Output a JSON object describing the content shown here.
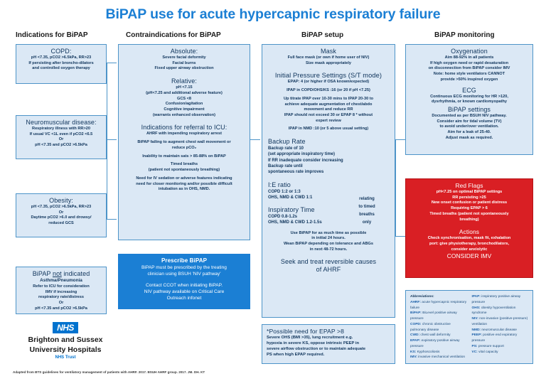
{
  "title": "BiPAP use for acute hypercapnic respiratory failure",
  "colors": {
    "accent_blue": "#1b7fd4",
    "box_fill": "#dbe8f5",
    "box_border": "#4d94c8",
    "red_flag": "#d91f24",
    "nhs_blue": "#0072ce"
  },
  "columns": {
    "indications": "Indications for BiPAP",
    "contraindications": "Contraindications for BiPAP",
    "setup": "BiPAP setup",
    "monitoring": "BiPAP monitoring"
  },
  "indications": {
    "copd": {
      "heading": "COPD:",
      "lines": [
        "pH <7.35, pCO2 >6.5kPa, RR>23",
        "If persisting after broncho-dilators",
        "and controlled oxygen therapy"
      ]
    },
    "nmd": {
      "heading": "Neuromuscular disease:",
      "lines": [
        "Respiratory illness with RR>20",
        "If usual VC <1L even if pCO2 <6.5",
        "Or",
        "pH <7.35 and pCO2 >6.5kPa"
      ]
    },
    "obesity": {
      "heading": "Obesity:",
      "lines": [
        "pH <7.35, pCO2 >6.5kPa, RR>23",
        "Or",
        "Daytime pCO2 >6.0 and drowsy/",
        "reduced GCS"
      ]
    },
    "not_indicated": {
      "heading": "BiPAP not indicated",
      "heading_underline": "not",
      "lines": [
        "Asthma/Pneumonia",
        "Refer to ICU for consideration",
        "IMV if increasing",
        "respiratory rate/distress",
        "Or",
        "pH <7.35 and pCO2 >6.5kPa"
      ]
    }
  },
  "contraindications": {
    "absolute": {
      "heading": "Absolute:",
      "lines": [
        "Severe facial deformity",
        "Facial burns",
        "Fixed upper airway obstruction"
      ]
    },
    "relative": {
      "heading": "Relative:",
      "lines": [
        "pH <7.15",
        "(pH<7.25 and additional adverse feature)",
        "GCS <8",
        "Confusion/agitation",
        "Cognitive impairment",
        "(warrants enhanced observation)"
      ]
    },
    "icu": {
      "heading": "Indications for referral to ICU:",
      "lines": [
        "AHRF with impending respiratory arrest",
        "",
        "BiPAP failing to augment chest wall movement or",
        "reduce pCO₂",
        "",
        "Inability to maintain sats > 85-88% on BiPAP",
        "",
        "Timed breaths",
        "(patient not spontaneously breathing)",
        "",
        "Need for IV sedation or adverse features indicating",
        "need for closer monitoring and/or possible difficult",
        "intubation as in OHS, NMD."
      ]
    },
    "prescribe": {
      "heading": "Prescribe BiPAP",
      "lines": [
        "BiPAP must be prescribed by the treating",
        "clinician using BSUH 'NIV pathway'",
        "",
        "Contact CCOT when initiating BiPAP.",
        "NIV pathway available on Critical Care",
        "Outreach infonet"
      ]
    }
  },
  "setup": {
    "mask": {
      "heading": "Mask",
      "lines": [
        "Full face mask (or own if home user of NIV)",
        "Size mask appropriately"
      ]
    },
    "initial_pressure": {
      "heading": "Initial Pressure Settings (S/T mode)",
      "lines": [
        "EPAP: 4 (or higher if OSA known/expected)",
        "",
        "IPAP in COPD/OHS/KS :16 (or 20 if pH <7.25)",
        "",
        "Up titrate IPAP over 10-30 mins to IPAP 20-30 to",
        "achieve adequate augmentation of chest/abdo",
        "movement and reduce RR",
        "IPAP should not exceed 30 or EPAP 8 * without",
        "expert review",
        "",
        "IPAP in NMD :10 (or 5 above usual setting)"
      ]
    },
    "backup_rate": {
      "heading": "Backup Rate",
      "lines": [
        "Backup rate of 10",
        "(set appropriate inspiratory time)",
        "If RR inadequate consider increasing",
        "Backup rate until",
        "spontaneous rate improves"
      ]
    },
    "ie_ratio": {
      "heading": "I:E ratio",
      "lines": [
        "COPD 1:2 or 1:3",
        "OHS, NMD & CWD 1:1"
      ]
    },
    "inspiratory_time": {
      "heading": "Inspiratory Time",
      "lines": [
        "COPD 0.8-1.2s",
        "OHS, NMD & CWD 1.2-1.5s"
      ]
    },
    "timed_note": [
      "relating",
      "to timed",
      "breaths",
      "only"
    ],
    "duration": {
      "lines": [
        "Use BiPAP for as much time as possible",
        "in initial 24 hours.",
        "Wean BiPAP depending on tolerance and ABGs",
        "in next 48-72 hours."
      ]
    },
    "seek": {
      "heading": "Seek and treat reversible causes",
      "heading2": "of AHRF"
    },
    "epap_note": {
      "heading": "*Possible need for EPAP >8",
      "lines": [
        "Severe OHS (BMI >35), lung recruitment e.g.",
        "hypoxia in severe KS, oppose intrinsic PEEP in",
        "severe airflow obstruction or to maintain adequate",
        "PS when high EPAP required."
      ]
    }
  },
  "monitoring": {
    "oxygenation": {
      "heading": "Oxygenation",
      "lines": [
        "Aim 88-92% in all patients",
        "If high oxygen need or rapid desaturation",
        "on disconnection from BiPAP consider IMV",
        "Note: home style ventilators CANNOT",
        "provide >50% inspired oxygen"
      ]
    },
    "ecg": {
      "heading": "ECG",
      "lines": [
        "Continuous ECG monitoring for HR >120,",
        "dysrhythmia, or known cardiomyopathy"
      ]
    },
    "settings": {
      "heading": "BiPAP settings",
      "lines": [
        "Documented as per BSUH NIV pathway.",
        "Consider aim for tidal volume (TV)",
        "to avoid under/over ventilation.",
        "Aim for a leak of 25-40.",
        "Adjust mask as required."
      ]
    },
    "red_flags": {
      "heading": "Red Flags",
      "lines": [
        "pH<7.25 on optimal BiPAP settings",
        "RR persisting >25",
        "New onset confusion or patient distress",
        "Requiring EPAP > 6",
        "Timed breaths (patient not spontaneously",
        "breathing)"
      ]
    },
    "actions": {
      "heading": "Actions",
      "lines": [
        "Check synchronisation, mask fit, exhalation",
        "port: give physiotherapy, bronchodilators,",
        "consider anxiolytic"
      ],
      "emphasis": "CONSIDER IMV"
    }
  },
  "abbreviations": {
    "title": "Abbreviations:",
    "left": [
      {
        "key": "AHRF:",
        "def": "acute hypercapnic respiratory failure"
      },
      {
        "key": "BiPAP:",
        "def": "BiLevel positive airway pressure"
      },
      {
        "key": "COPD:",
        "def": "chronic obstructive pulmonary disease"
      },
      {
        "key": "CWD:",
        "def": "chest wall deformity"
      },
      {
        "key": "EPAP:",
        "def": "expiratory positive airway pressure"
      },
      {
        "key": "KS:",
        "def": "Kyphoscoliosis"
      },
      {
        "key": "IMV:",
        "def": "invasive mechanical ventilation"
      }
    ],
    "right": [
      {
        "key": "IPAP:",
        "def": "inspiratory positive airway pressure"
      },
      {
        "key": "OHS:",
        "def": "obesity hypoventilation syndrome"
      },
      {
        "key": "NIV:",
        "def": "non-invasive (positive-pressure) ventilation"
      },
      {
        "key": "NMD:",
        "def": "neuromuscular disease"
      },
      {
        "key": "PEEP:",
        "def": "positive end expiratory pressure"
      },
      {
        "key": "PS:",
        "def": "pressure support"
      },
      {
        "key": "VC:",
        "def": "vital capacity"
      }
    ]
  },
  "footer": {
    "nhs_badge": "NHS",
    "trust_line1": "Brighton and Sussex",
    "trust_line2": "University Hospitals",
    "trust_line3": "NHS Trust",
    "credit": "Adapted from BTS guidelines for ventilatory management of patients with AHRF. 2017. BSUH AHRF group. 2017. JM. DH. KT"
  }
}
